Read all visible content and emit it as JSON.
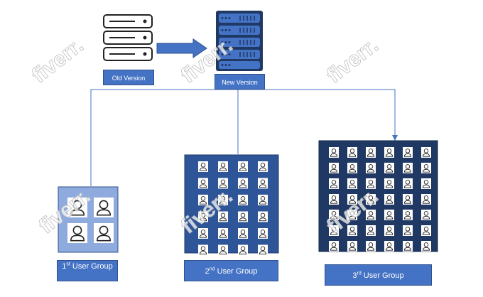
{
  "servers": {
    "old": {
      "label": "Old Version"
    },
    "new": {
      "label": "New Version"
    }
  },
  "groups": [
    {
      "ordinal": "1",
      "suffix": "st",
      "text": "User Group",
      "users": 4
    },
    {
      "ordinal": "2",
      "suffix": "nd",
      "text": "User Group",
      "users": 24
    },
    {
      "ordinal": "3",
      "suffix": "rd",
      "text": "User Group",
      "users": 42
    }
  ],
  "watermark": {
    "text": "fiverr."
  },
  "colors": {
    "primary": "#4472c4",
    "primary_dark": "#2f528f",
    "group2_bg": "#2e5597",
    "group3_bg": "#1f3864",
    "line": "#4472c4"
  }
}
